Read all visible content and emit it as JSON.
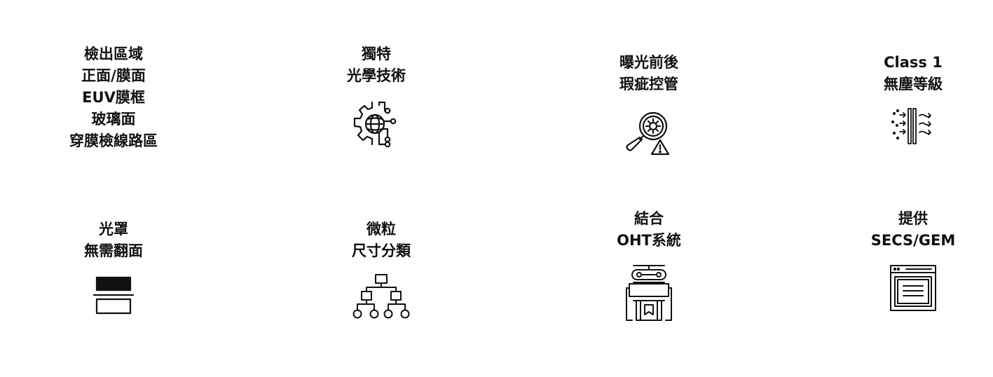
{
  "features": [
    {
      "id": "detection-area",
      "lines": [
        "檢出區域",
        "正面/膜面",
        "EUV膜框",
        "玻璃面",
        "穿膜檢線路區"
      ],
      "icon": "none"
    },
    {
      "id": "optical-tech",
      "lines": [
        "獨特",
        "光學技術"
      ],
      "icon": "gear-globe-circuit-icon"
    },
    {
      "id": "defect-control",
      "lines": [
        "曝光前後",
        "瑕疵控管"
      ],
      "icon": "magnifier-warning-icon"
    },
    {
      "id": "clean-class",
      "lines": [
        "Class 1",
        "無塵等級"
      ],
      "icon": "air-filter-icon"
    },
    {
      "id": "no-flip",
      "lines": [
        "光罩",
        "無需翻面"
      ],
      "icon": "mask-layers-icon"
    },
    {
      "id": "particle-sizing",
      "lines": [
        "微粒",
        "尺寸分類"
      ],
      "icon": "hierarchy-tree-icon"
    },
    {
      "id": "oht-system",
      "lines": [
        "結合",
        "OHT系統"
      ],
      "icon": "overhead-robot-icon"
    },
    {
      "id": "secs-gem",
      "lines": [
        "提供",
        "SECS/GEM"
      ],
      "icon": "software-window-icon"
    }
  ]
}
